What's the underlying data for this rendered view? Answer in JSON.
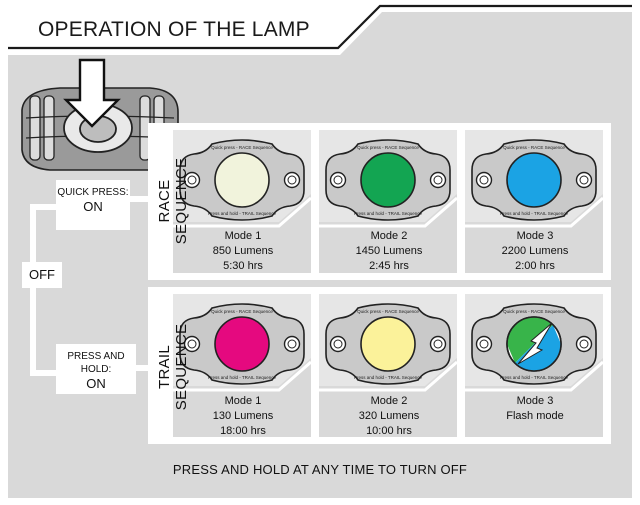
{
  "title": "OPERATION OF THE LAMP",
  "off_label": "OFF",
  "quick_press": {
    "line1": "QUICK PRESS:",
    "line2": "ON"
  },
  "press_hold": {
    "line1": "PRESS AND HOLD:",
    "line2": "ON"
  },
  "race": {
    "label": "RACE SEQUENCE",
    "modes": [
      {
        "name": "Mode 1",
        "lumens": "850 Lumens",
        "time": "5:30 hrs",
        "color": "#f1f3dc"
      },
      {
        "name": "Mode 2",
        "lumens": "1450 Lumens",
        "time": "2:45 hrs",
        "color": "#13a552"
      },
      {
        "name": "Mode 3",
        "lumens": "2200 Lumens",
        "time": "2:00 hrs",
        "color": "#1ba3e4"
      }
    ]
  },
  "trail": {
    "label": "TRAIL SEQUENCE",
    "modes": [
      {
        "name": "Mode 1",
        "lumens": "130 Lumens",
        "time": "18:00 hrs",
        "color": "#e5097f"
      },
      {
        "name": "Mode 2",
        "lumens": "320 Lumens",
        "time": "10:00 hrs",
        "color": "#fbf29a"
      },
      {
        "name": "Mode 3",
        "lumens": "",
        "time": "Flash mode",
        "color": "#ffffff",
        "flash": true
      }
    ]
  },
  "footer": "PRESS AND HOLD AT ANY TIME TO TURN OFF",
  "button_text": {
    "top": "Quick press - RACE Sequence",
    "bottom": "Press and hold - TRAIL Sequence"
  },
  "colors": {
    "panel": "#d9d9d9",
    "panel_inner": "#e6e6e6",
    "flash_green": "#38b44a",
    "flash_blue": "#1ba3e4"
  },
  "icons": [
    "arrow-down-icon",
    "lamp-housing-icon",
    "flash-bolt-icon"
  ]
}
